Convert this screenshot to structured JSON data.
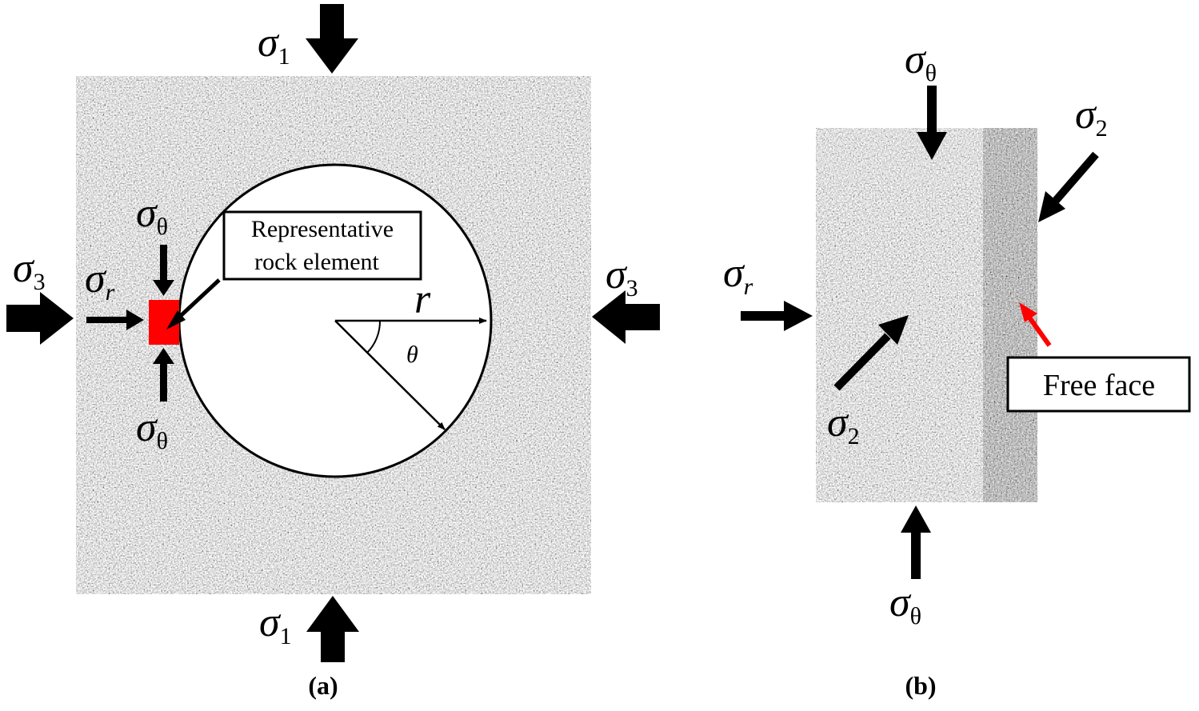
{
  "panel_a": {
    "caption": "(a)",
    "sigma1_top": {
      "sym": "σ",
      "sub": "1"
    },
    "sigma1_bottom": {
      "sym": "σ",
      "sub": "1"
    },
    "sigma3_left": {
      "sym": "σ",
      "sub": "3"
    },
    "sigma3_right": {
      "sym": "σ",
      "sub": "3"
    },
    "sigma_r": {
      "sym": "σ",
      "sub": "r"
    },
    "sigma_theta_top": {
      "sym": "σ",
      "sub": "θ"
    },
    "sigma_theta_bottom": {
      "sym": "σ",
      "sub": "θ"
    },
    "callout_line1": "Representative",
    "callout_line2": "rock element",
    "radius_label": "r",
    "angle_label": "θ",
    "element_color": "#ff0000"
  },
  "panel_b": {
    "caption": "(b)",
    "sigma_theta_top": {
      "sym": "σ",
      "sub": "θ"
    },
    "sigma_theta_bottom": {
      "sym": "σ",
      "sub": "θ"
    },
    "sigma2_right": {
      "sym": "σ",
      "sub": "2"
    },
    "sigma2_front": {
      "sym": "σ",
      "sub": "2"
    },
    "sigma_r": {
      "sym": "σ",
      "sub": "r"
    },
    "free_face_label": "Free face",
    "free_face_color": "#ff0000"
  }
}
